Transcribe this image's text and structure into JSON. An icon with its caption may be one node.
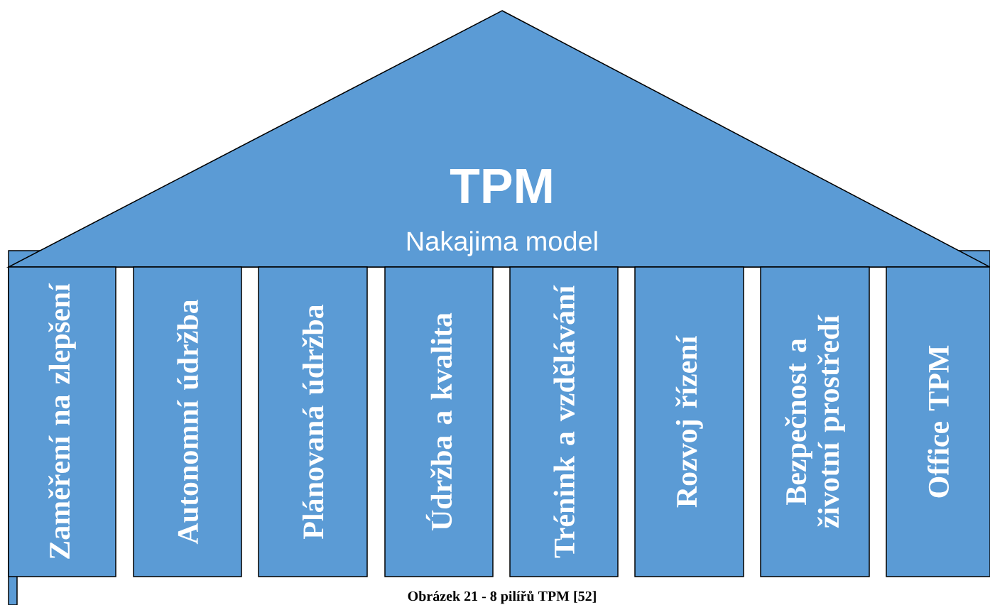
{
  "diagram": {
    "caption": "Obrázek 21 - 8 pilířů TPM [52]",
    "nodes": [
      {
        "text": [
          "TPM",
          "Nakajima model"
        ]
      },
      {
        "text": [
          "Zaměření na zlepšení"
        ]
      },
      {
        "text": [
          "Autonomní údržba"
        ]
      },
      {
        "text": [
          "Plánovaná údržba"
        ]
      },
      {
        "text": [
          "Údržba a kvalita"
        ]
      },
      {
        "text": [
          "Trénink a vzdělávání"
        ]
      },
      {
        "text": [
          "Rozvoj řízení"
        ]
      },
      {
        "text": [
          "Bezpečnost a životní prostředí"
        ]
      },
      {
        "text": [
          "Office TPM"
        ]
      }
    ]
  }
}
